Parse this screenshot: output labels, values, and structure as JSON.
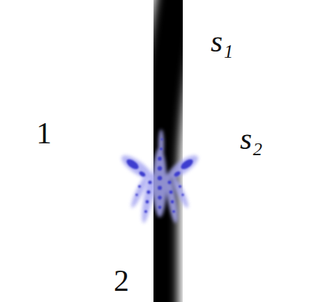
{
  "diagram": {
    "labels": [
      "1",
      "2",
      "s₁",
      "s₂"
    ]
  }
}
